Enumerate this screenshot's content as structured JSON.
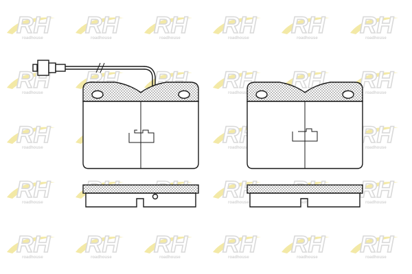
{
  "watermark": {
    "letters": "RH",
    "subtext": "roadhouse",
    "colors": {
      "swoosh": "#f3e9a6",
      "outline": "#d9d9d9"
    },
    "rows": 5,
    "cols": 6
  },
  "drawing": {
    "stroke_color": "#1a1a1a",
    "backing_fill": "dotted-hatch",
    "parts": [
      "wear-sensor-cable",
      "brake-pad-left-front",
      "brake-pad-right-front",
      "brake-pad-left-side",
      "brake-pad-right-side"
    ]
  }
}
